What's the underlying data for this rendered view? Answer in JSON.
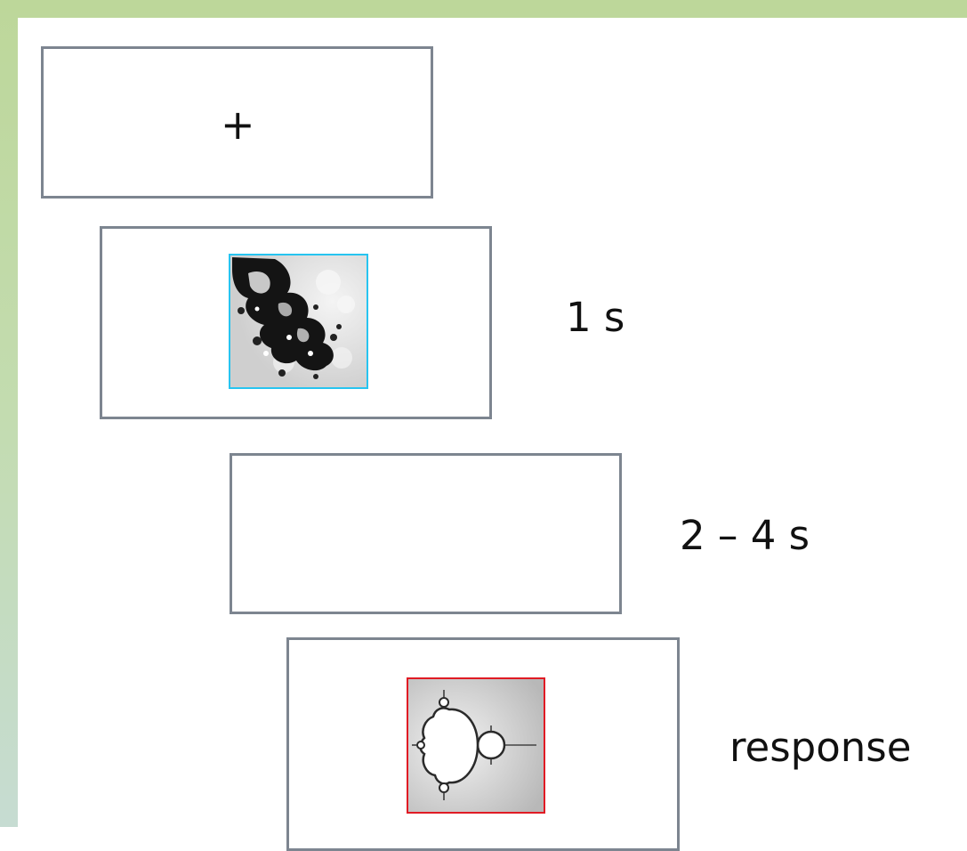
{
  "steps": [
    {
      "id": "fixation",
      "content": "+",
      "duration": ""
    },
    {
      "id": "cue",
      "duration": "1 s",
      "frame_color": "#27c4f0"
    },
    {
      "id": "delay",
      "duration": "2 – 4 s"
    },
    {
      "id": "target",
      "duration": "response",
      "frame_color": "#e01b24"
    }
  ],
  "colors": {
    "outer_border": "#bfd89c",
    "screen_border": "#7d8590",
    "cue_frame": "#27c4f0",
    "target_frame": "#e01b24"
  },
  "icons": {
    "cue_image": "dark-fractal-image",
    "target_image": "mandelbrot-fractal-image"
  }
}
